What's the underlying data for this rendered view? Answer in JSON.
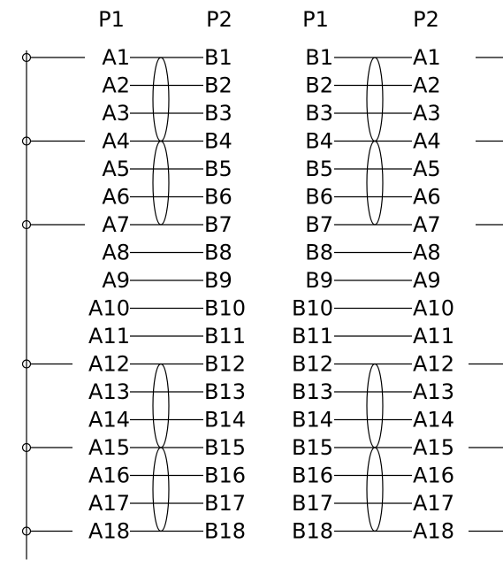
{
  "headers": [
    "P1",
    "P2",
    "P1",
    "P2"
  ],
  "left_pairs": [
    [
      "A1",
      "B1"
    ],
    [
      "A2",
      "B2"
    ],
    [
      "A3",
      "B3"
    ],
    [
      "A4",
      "B4"
    ],
    [
      "A5",
      "B5"
    ],
    [
      "A6",
      "B6"
    ],
    [
      "A7",
      "B7"
    ],
    [
      "A8",
      "B8"
    ],
    [
      "A9",
      "B9"
    ],
    [
      "A10",
      "B10"
    ],
    [
      "A11",
      "B11"
    ],
    [
      "A12",
      "B12"
    ],
    [
      "A13",
      "B13"
    ],
    [
      "A14",
      "B14"
    ],
    [
      "A15",
      "B15"
    ],
    [
      "A16",
      "B16"
    ],
    [
      "A17",
      "B17"
    ],
    [
      "A18",
      "B18"
    ]
  ],
  "right_pairs": [
    [
      "B1",
      "A1"
    ],
    [
      "B2",
      "A2"
    ],
    [
      "B3",
      "A3"
    ],
    [
      "B4",
      "A4"
    ],
    [
      "B5",
      "A5"
    ],
    [
      "B6",
      "A6"
    ],
    [
      "B7",
      "A7"
    ],
    [
      "B8",
      "A8"
    ],
    [
      "B9",
      "A9"
    ],
    [
      "B10",
      "A10"
    ],
    [
      "B11",
      "A11"
    ],
    [
      "B12",
      "A12"
    ],
    [
      "B13",
      "A13"
    ],
    [
      "B14",
      "A14"
    ],
    [
      "B15",
      "A15"
    ],
    [
      "B16",
      "A16"
    ],
    [
      "B17",
      "A17"
    ],
    [
      "B18",
      "A18"
    ]
  ],
  "tap_rows": [
    1,
    4,
    7,
    12,
    15,
    18
  ],
  "twisted_groups": [
    [
      1,
      4
    ],
    [
      4,
      7
    ],
    [
      12,
      15
    ],
    [
      15,
      18
    ]
  ]
}
